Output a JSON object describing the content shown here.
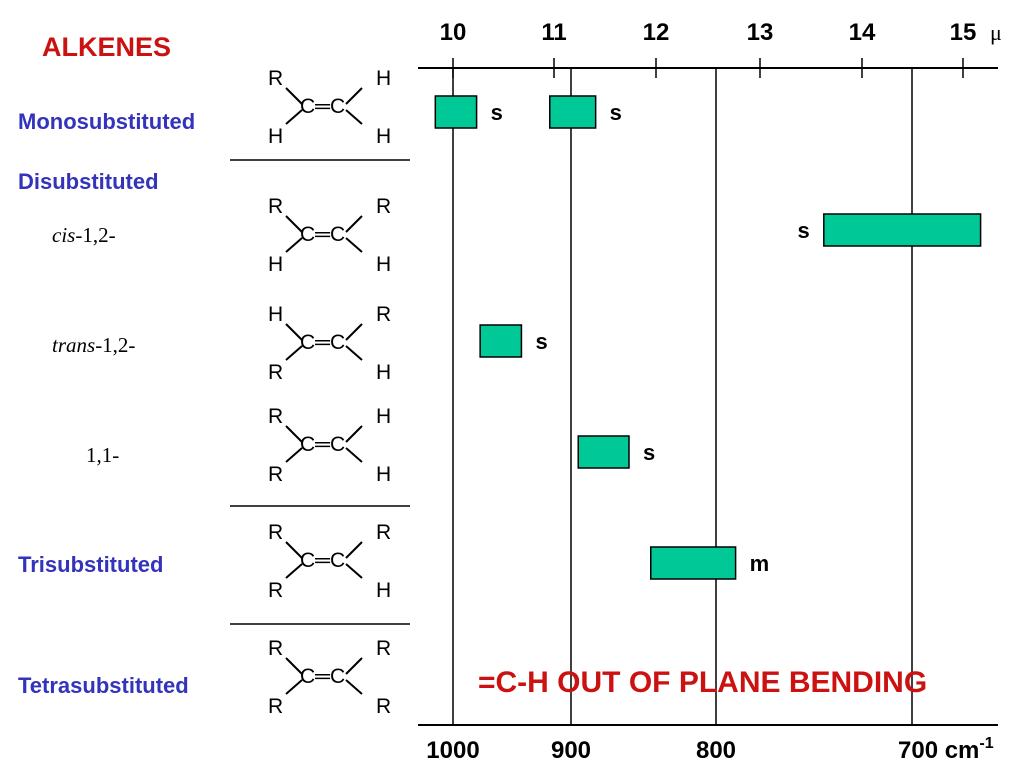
{
  "title": "ALKENES",
  "caption": "=C-H OUT OF PLANE BENDING",
  "categories": {
    "mono": "Monosubstituted",
    "di": "Disubstituted",
    "tri": "Trisubstituted",
    "tetra": "Tetrasubstituted"
  },
  "subtypes": {
    "cis_italic": "cis",
    "cis_rest": "-1,2-",
    "trans_italic": "trans",
    "trans_rest": "-1,2-",
    "one_one": "1,1-"
  },
  "molecules": [
    {
      "id": "mono",
      "tl": "R",
      "tr": "H",
      "bl": "H",
      "br": "H"
    },
    {
      "id": "cis",
      "tl": "R",
      "tr": "R",
      "bl": "H",
      "br": "H"
    },
    {
      "id": "trans",
      "tl": "H",
      "tr": "R",
      "bl": "R",
      "br": "H"
    },
    {
      "id": "oneone",
      "tl": "R",
      "tr": "H",
      "bl": "R",
      "br": "H"
    },
    {
      "id": "tri",
      "tl": "R",
      "tr": "R",
      "bl": "R",
      "br": "H"
    },
    {
      "id": "tetra",
      "tl": "R",
      "tr": "R",
      "bl": "R",
      "br": "R"
    }
  ],
  "double_bond_label": "C═C",
  "chart_data": {
    "type": "range-bar",
    "top_axis": {
      "unit": "μ",
      "ticks": [
        10,
        11,
        12,
        13,
        14,
        15
      ]
    },
    "bottom_axis": {
      "unit": "cm",
      "unit_superscript": "-1",
      "ticks": [
        1000,
        900,
        800,
        700
      ],
      "tick_labels": [
        "1000",
        "900",
        "800",
        "700 cm"
      ]
    },
    "xlim_cm": [
      1030,
      658
    ],
    "reference_lines_cm": [
      1000,
      900,
      800,
      700
    ],
    "bands": [
      {
        "row": "mono",
        "from": 1015,
        "to": 980,
        "intensity": "s"
      },
      {
        "row": "mono",
        "from": 918,
        "to": 883,
        "intensity": "s"
      },
      {
        "row": "cis",
        "from": 745,
        "to": 665,
        "intensity": "s"
      },
      {
        "row": "trans",
        "from": 977,
        "to": 942,
        "intensity": "s"
      },
      {
        "row": "oneone",
        "from": 895,
        "to": 860,
        "intensity": "s"
      },
      {
        "row": "tri",
        "from": 845,
        "to": 790,
        "intensity": "m"
      }
    ],
    "band_color": "#00c896"
  }
}
